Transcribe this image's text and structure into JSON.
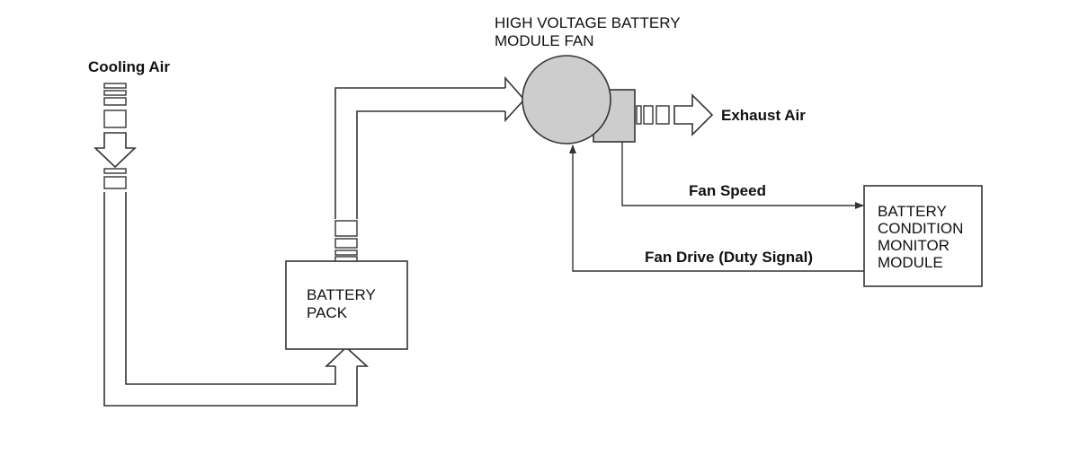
{
  "labels": {
    "cooling_air": "Cooling Air",
    "fan_title_line1": "HIGH VOLTAGE BATTERY",
    "fan_title_line2": "MODULE FAN",
    "exhaust_air": "Exhaust Air",
    "fan_speed": "Fan Speed",
    "fan_drive": "Fan Drive (Duty Signal)"
  },
  "battery_pack": {
    "line1": "BATTERY",
    "line2": "PACK"
  },
  "monitor_module": {
    "line1": "BATTERY",
    "line2": "CONDITION",
    "line3": "MONITOR",
    "line4": "MODULE"
  },
  "colors": {
    "fan_fill": "#cdcdcd",
    "line": "#333333"
  }
}
